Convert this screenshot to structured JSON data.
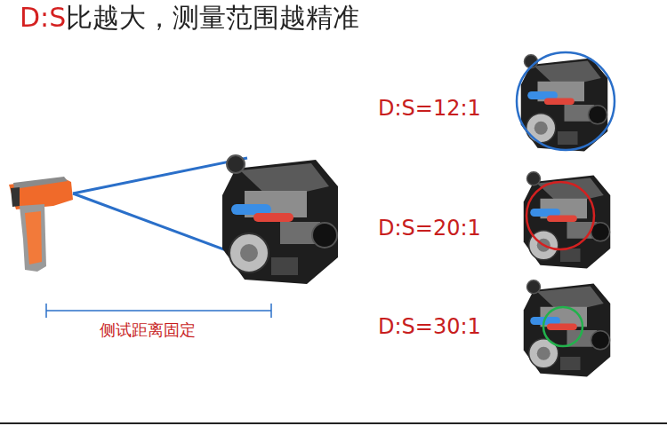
{
  "diagram": {
    "title": "D:S比越大，测量范围越精准",
    "labels": [
      "D:S=12:1",
      "D:S=20:1",
      "侧试距离固定",
      "D:S=30:1"
    ]
  }
}
